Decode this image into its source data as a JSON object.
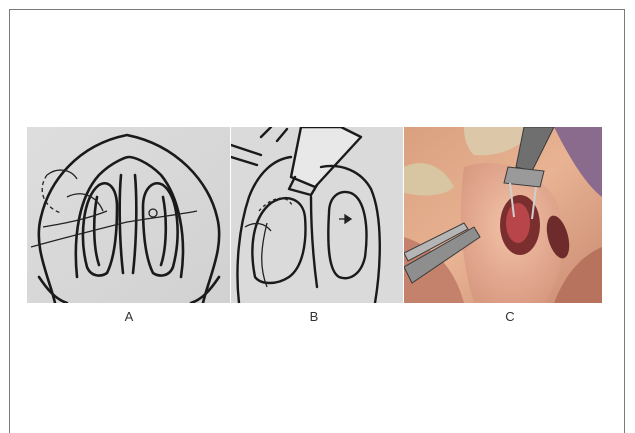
{
  "figure": {
    "panels": [
      {
        "label": "A",
        "icon": "nasal-anatomy-drawing-icon"
      },
      {
        "label": "B",
        "icon": "nasal-suture-drawing-icon"
      },
      {
        "label": "C",
        "icon": "surgical-photo-icon"
      }
    ]
  }
}
